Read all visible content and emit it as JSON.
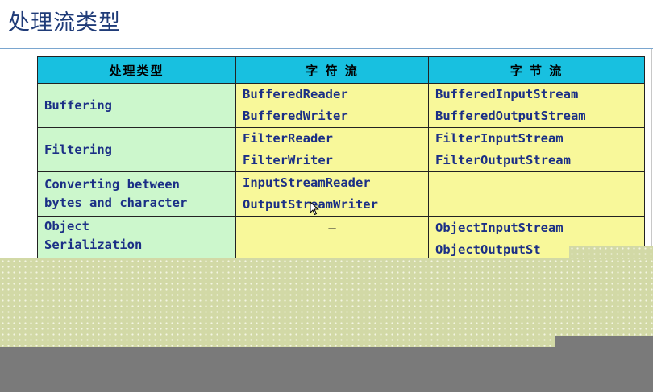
{
  "slide": {
    "title": "处理流类型"
  },
  "table": {
    "headers": [
      "处理类型",
      "字 符 流",
      "字 节 流"
    ],
    "rows": [
      {
        "type": [
          "Buffering"
        ],
        "char": [
          "BufferedReader",
          "BufferedWriter"
        ],
        "byte": [
          "BufferedInputStream",
          "BufferedOutputStream"
        ]
      },
      {
        "type": [
          "Filtering"
        ],
        "char": [
          "FilterReader",
          "FilterWriter"
        ],
        "byte": [
          "FilterInputStream",
          "FilterOutputStream"
        ]
      },
      {
        "type": [
          "Converting between",
          "bytes and character"
        ],
        "char": [
          "InputStreamReader",
          "OutputStreamWriter"
        ],
        "byte": []
      },
      {
        "type": [
          "Object",
          "Serialization"
        ],
        "char": [
          "—"
        ],
        "byte": [
          "ObjectInputStream",
          "ObjectOutputSt"
        ]
      }
    ]
  }
}
